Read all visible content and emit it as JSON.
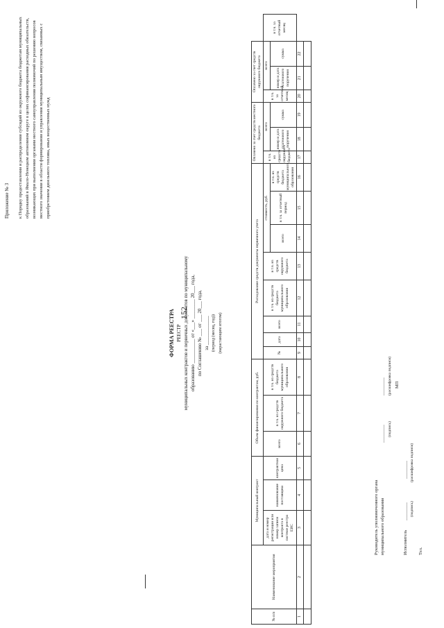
{
  "page_number": "152",
  "appendix": {
    "title": "Приложение № 3",
    "text": "к Порядку предоставления и распределения субсидий из окружного бюджета бюджетам муниципальных образований в Ямало-Ненецком автономном округе в целях софинансирования расходных обязательств, возникающих при выполнении органами местного самоуправления полномочий по решению вопросов местного значения в области формирования и управления муниципальным имуществом, связанных с приобретением дизельного топлива, иных вещественных нужд"
  },
  "form": {
    "title": "ФОРМА РЕЕСТРА",
    "registry": "РЕЕСТР",
    "line1": "муниципальных контрактов и первичных документов по муниципальному",
    "line2_prefix": "образованию",
    "line2_date": "__________ от «___» ________ 20___ года,",
    "line3": "по Соглашению № ___ от ___ 20___ года,",
    "line4": "за ____________",
    "hint1": "(период (месяц, год))",
    "hint2": "(нарастающим итогом)"
  },
  "table": {
    "headers": {
      "no": "№ п/п",
      "name": "Наименование мероприятия",
      "contract": "Муниципальный контракт",
      "contract_date": "дата и номер регистрации или номер записи контракта в системе реестра ЕИС",
      "supplier": "наименование поставщика",
      "price": "контрактная цена",
      "financing": "Объем финансирования по контрактам, руб.",
      "fin_total": "всего",
      "fin_regional": "в т.ч. из средств окружного бюджета",
      "fin_municipal": "в т.ч. из средств бюджета муниципального образования",
      "expense": "Расходование средств документы первичного учета",
      "doc_no": "№",
      "doc_date": "дата",
      "exp_total": "всего",
      "exp_municipal": "в т.ч. из средств бюджета муниципального образования",
      "exp_regional": "в т.ч. из средств окружного бюджета",
      "cost": "стоимость, руб.",
      "cost_period": "в т.ч. за отчетный период",
      "cost_municipal": "в т.ч. из средств бюджета муниципального образования",
      "cost_regional": "в т.ч. из средств окружного бюджета",
      "paid_local": "Оплачено за счет средств местного бюджета",
      "paid_regional": "Оплачено за счет средств окружного бюджета",
      "paid_total": "всего",
      "paid_docs": "номер и дата платежного поручения",
      "paid_sum": "сумма",
      "paid_period": "в т.ч. за отчетный месяц"
    },
    "numbers": [
      "1",
      "2",
      "3",
      "4",
      "5",
      "6",
      "7",
      "8",
      "9",
      "10",
      "11",
      "12",
      "13",
      "14",
      "15",
      "16",
      "17",
      "18",
      "19",
      "20",
      "21",
      "22"
    ]
  },
  "footer": {
    "head1": "Руководитель уполномоченного органа",
    "head2": "муниципального образования",
    "sign_cap": "(подпись)",
    "decode_cap": "(расшифровка подписи)",
    "stamp": "МП",
    "executor": "Исполнитель",
    "tel": "Тел."
  }
}
